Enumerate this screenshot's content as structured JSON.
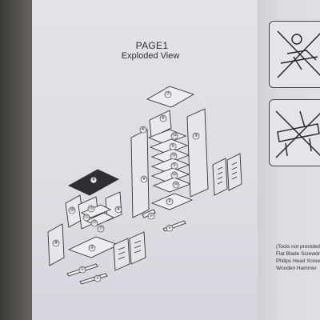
{
  "page": {
    "title": "PAGE1",
    "subtitle": "Exploded View"
  },
  "parts": {
    "p7": "⑦",
    "p6": "⑥",
    "p5": "⑤",
    "p3": "③",
    "p4": "④",
    "p14": "⑭",
    "p2": "②",
    "p1": "①",
    "p8": "⑧",
    "p9": "⑨",
    "p11": "⑪",
    "p12": "⑫",
    "p13": "⑬",
    "p15": "⑮",
    "p16": "⑯"
  },
  "tools": {
    "lines": [
      "(Tools not provided)",
      "Flat Blade Screwdriver",
      "Philips Head Screwdriver",
      "Wooden Hammer"
    ]
  }
}
